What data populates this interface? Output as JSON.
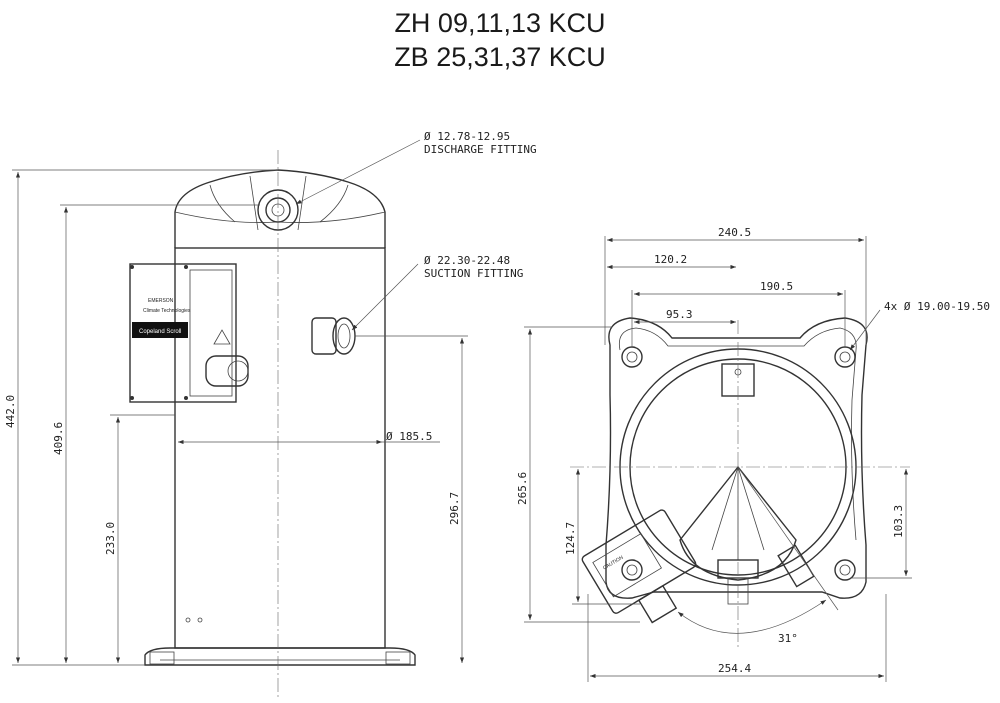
{
  "title": {
    "line1": "ZH 09,11,13 KCU",
    "line2": "ZB 25,31,37 KCU"
  },
  "side_view": {
    "discharge_diameter": "Ø 12.78-12.95",
    "discharge_label": "DISCHARGE FITTING",
    "suction_diameter": "Ø 22.30-22.48",
    "suction_label": "SUCTION FITTING",
    "body_diameter": "Ø 185.5",
    "height_total": "442.0",
    "height_body": "409.6",
    "height_box": "233.0",
    "height_suction": "296.7",
    "brand_small": "EMERSON",
    "brand_sub": "Climate Technologies",
    "brand_label": "Copeland Scroll"
  },
  "top_view": {
    "width_total": "240.5",
    "half_width": "120.2",
    "hole_spacing": "190.5",
    "half_hole_spacing": "95.3",
    "mount_holes": "4x Ø 19.00-19.50",
    "depth_total": "265.6",
    "depth_front": "124.7",
    "depth_back": "103.3",
    "angle": "31°",
    "width_base": "254.4",
    "caution_label": "CAUTION"
  }
}
